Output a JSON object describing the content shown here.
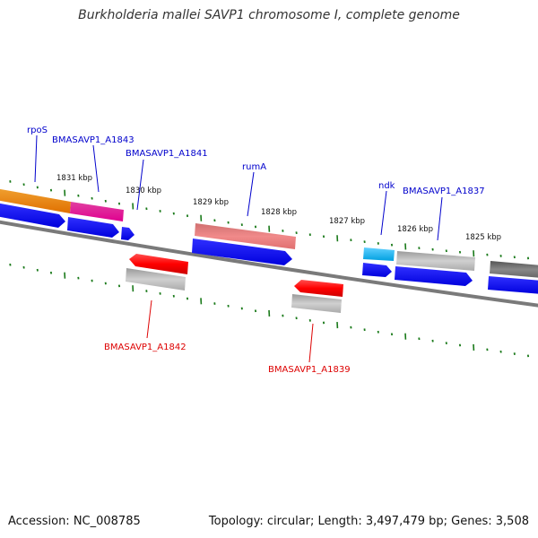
{
  "title": "Burkholderia mallei SAVP1 chromosome I, complete genome",
  "footer": {
    "accession": "Accession: NC_008785",
    "stats": "Topology: circular; Length: 3,497,479 bp; Genes: 3,508"
  },
  "colors": {
    "forward_label": "#0000cc",
    "reverse_label": "#dd0000",
    "cds_blue": "#0000ee",
    "backbone": "#777777",
    "ticks": "#1a7a1a"
  },
  "ruler": [
    "1831 kbp",
    "1830 kbp",
    "1829 kbp",
    "1828 kbp",
    "1827 kbp",
    "1826 kbp",
    "1825 kbp"
  ],
  "labels": {
    "forward": [
      "rpoS",
      "BMASAVP1_A1843",
      "BMASAVP1_A1841",
      "rumA",
      "ndk",
      "BMASAVP1_A1837"
    ],
    "reverse": [
      "BMASAVP1_A1842",
      "BMASAVP1_A1839"
    ]
  }
}
